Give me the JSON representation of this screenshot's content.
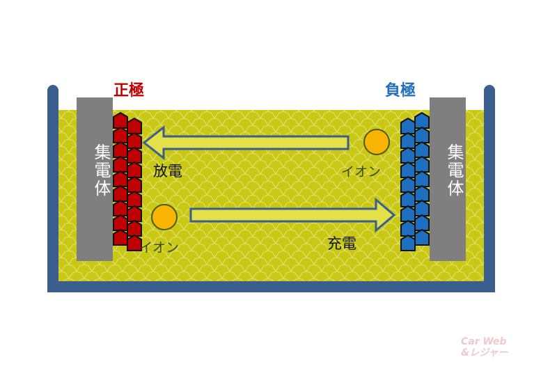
{
  "labels": {
    "positive": "正極",
    "negative": "負極",
    "collector": "集電体",
    "discharge": "放電",
    "charge": "充電",
    "ion": "イオン"
  },
  "logo": {
    "line1": "Car Web",
    "line2": "&レジャー"
  },
  "colors": {
    "container": "#3a5f8c",
    "electrolyte": "#c9c814",
    "collector": "#7f7f7f",
    "positive": "#c00000",
    "negative": "#1f6fc0",
    "ion": "#f8b400"
  }
}
